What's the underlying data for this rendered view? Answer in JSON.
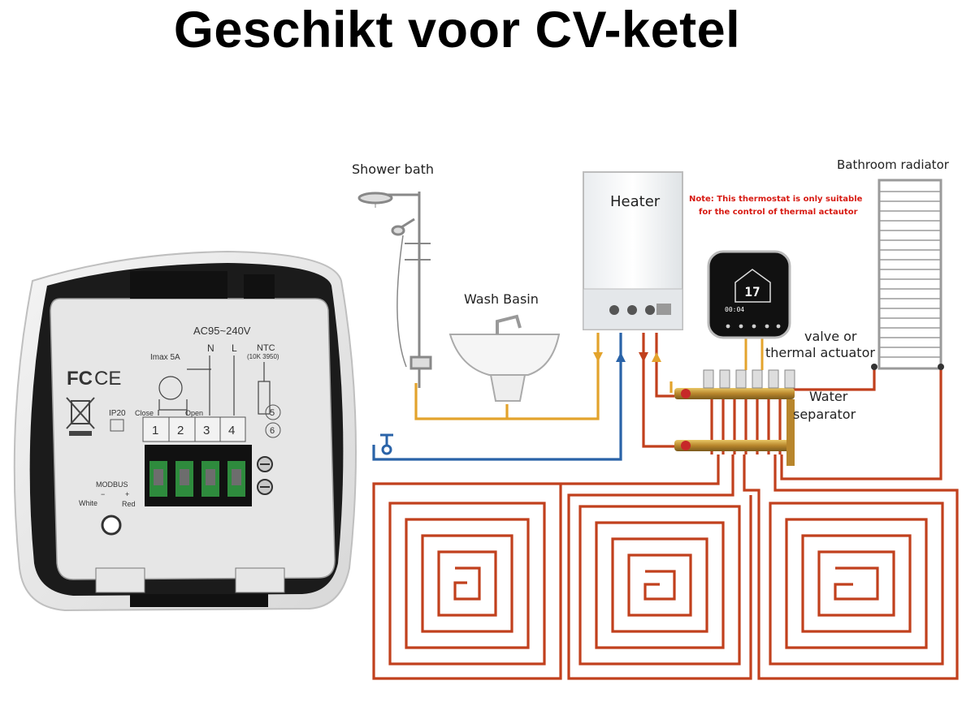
{
  "headline": "Geschikt voor CV-ketel",
  "back_panel": {
    "voltage": "AC95~240V",
    "imax": "Imax 5A",
    "n": "N",
    "l": "L",
    "ntc": "NTC",
    "ntc_spec": "(10K 3950)",
    "fc": "FC",
    "ce": "CE",
    "ip": "IP20",
    "close": "Close",
    "open": "Open",
    "t1": "1",
    "t2": "2",
    "t3": "3",
    "t4": "4",
    "t5": "5",
    "t6": "6",
    "modbus": "MODBUS",
    "minus": "−",
    "plus": "+",
    "white": "White",
    "red": "Red"
  },
  "diagram": {
    "shower": "Shower bath",
    "heater": "Heater",
    "note_line1": "Note: This thermostat is only suitable",
    "note_line2": "for the control of thermal actautor",
    "radiator": "Bathroom radiator",
    "wash_basin": "Wash Basin",
    "valve_line1": "valve or",
    "valve_line2": "thermal actuator",
    "water_line1": "Water",
    "water_line2": "separator",
    "thermostat_temp": "17",
    "thermostat_clock": "00:04"
  },
  "colors": {
    "floor_pipe": "#c1401d",
    "hot_pipe": "#e3a32c",
    "cold_pipe": "#2a63a8",
    "note": "#d71a12",
    "terminal_green": "#2e8b3d"
  }
}
